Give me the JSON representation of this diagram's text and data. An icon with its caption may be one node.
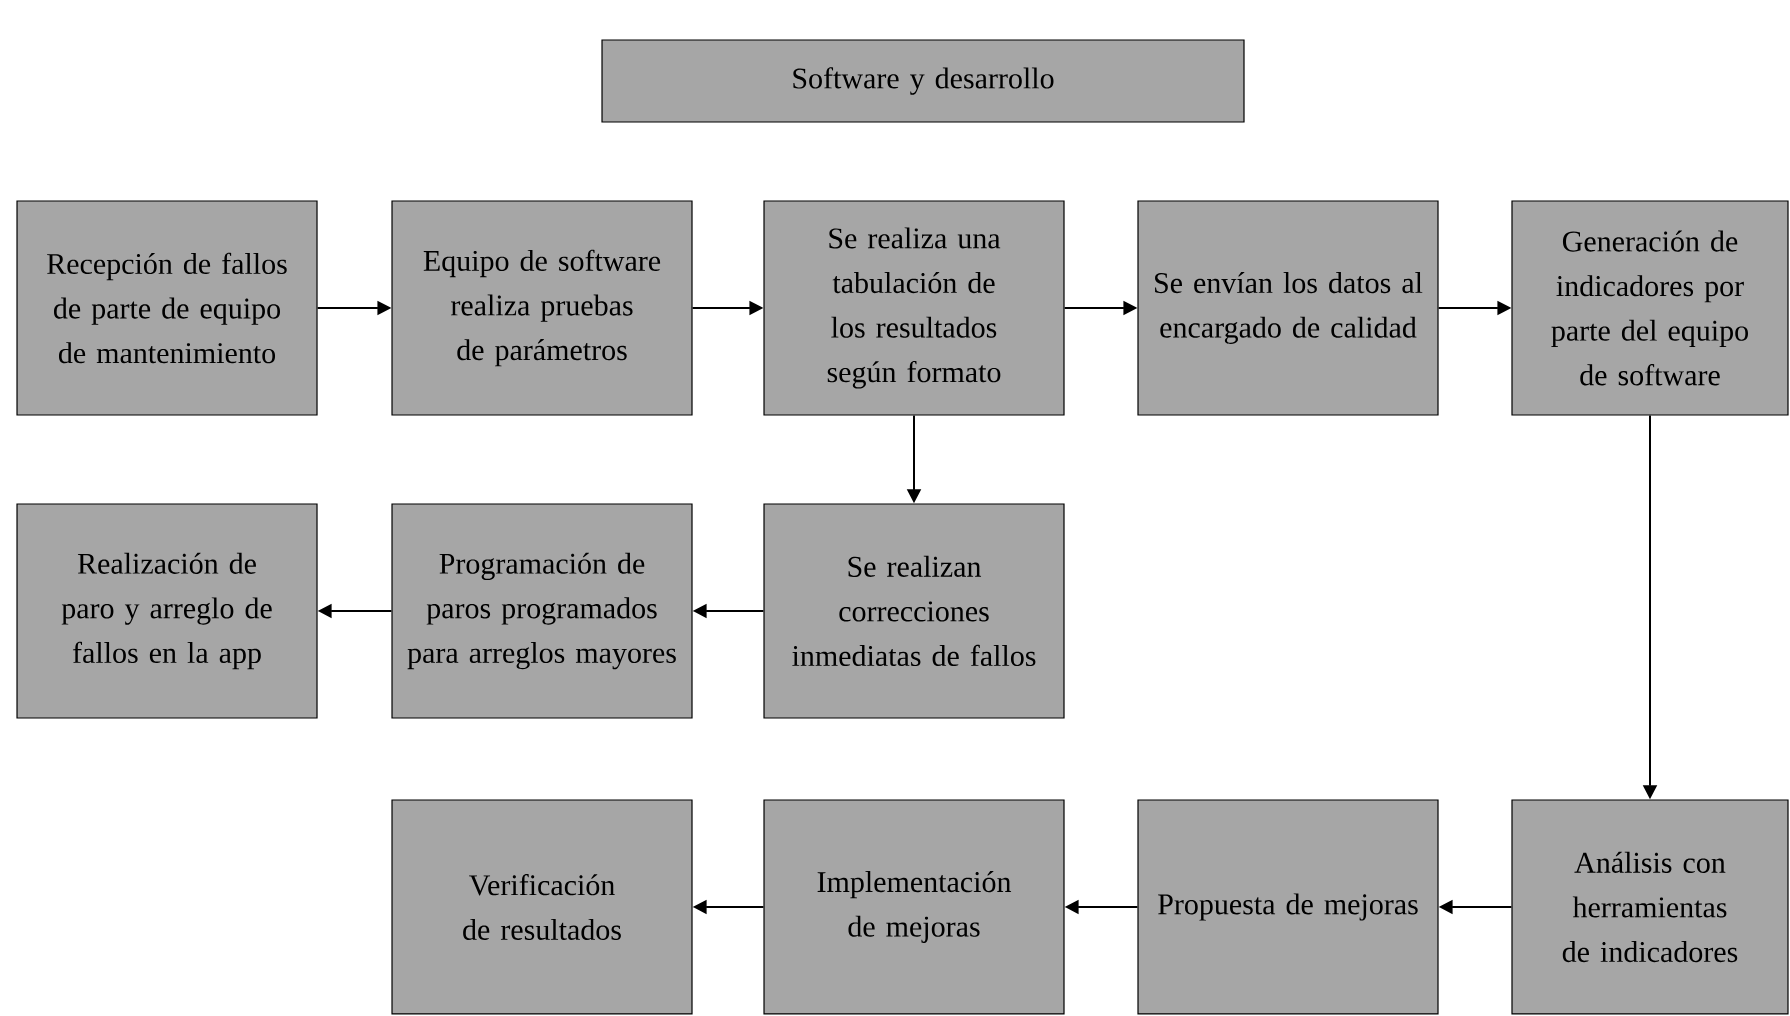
{
  "diagram": {
    "nodes": [
      {
        "text": [
          "Software y desarrollo"
        ]
      },
      {
        "text": [
          "Recepción de fallos de parte de equipo de mantenimiento"
        ]
      },
      {
        "text": [
          "Equipo de software realiza pruebas de parámetros"
        ]
      },
      {
        "text": [
          "Se realiza una tabulación de los resultados según formato"
        ]
      },
      {
        "text": [
          "Se envían los datos al encargado de calidad"
        ]
      },
      {
        "text": [
          "Generación de indicadores por parte del equipo de software"
        ]
      },
      {
        "text": [
          "Realización de paro y arreglo de fallos en la app"
        ]
      },
      {
        "text": [
          "Programación de paros programados para arreglos mayores"
        ]
      },
      {
        "text": [
          "Se realizan correcciones inmediatas de fallos"
        ]
      },
      {
        "text": [
          "Verificación de resultados"
        ]
      },
      {
        "text": [
          "Implementación de mejoras"
        ]
      },
      {
        "text": [
          "Propuesta de mejoras"
        ]
      },
      {
        "text": [
          "Análisis con herramientas de indicadores"
        ]
      }
    ],
    "edges": [
      {
        "from": 1,
        "to": 2,
        "arrow": "to"
      },
      {
        "from": 2,
        "to": 3,
        "arrow": "to"
      },
      {
        "from": 3,
        "to": 4,
        "arrow": "to"
      },
      {
        "from": 4,
        "to": 5,
        "arrow": "to"
      },
      {
        "from": 3,
        "to": 8,
        "arrow": "to"
      },
      {
        "from": 8,
        "to": 7,
        "arrow": "to"
      },
      {
        "from": 7,
        "to": 6,
        "arrow": "to"
      },
      {
        "from": 5,
        "to": 12,
        "arrow": "to"
      },
      {
        "from": 12,
        "to": 11,
        "arrow": "to"
      },
      {
        "from": 11,
        "to": 10,
        "arrow": "to"
      },
      {
        "from": 10,
        "to": 9,
        "arrow": "to"
      }
    ]
  }
}
